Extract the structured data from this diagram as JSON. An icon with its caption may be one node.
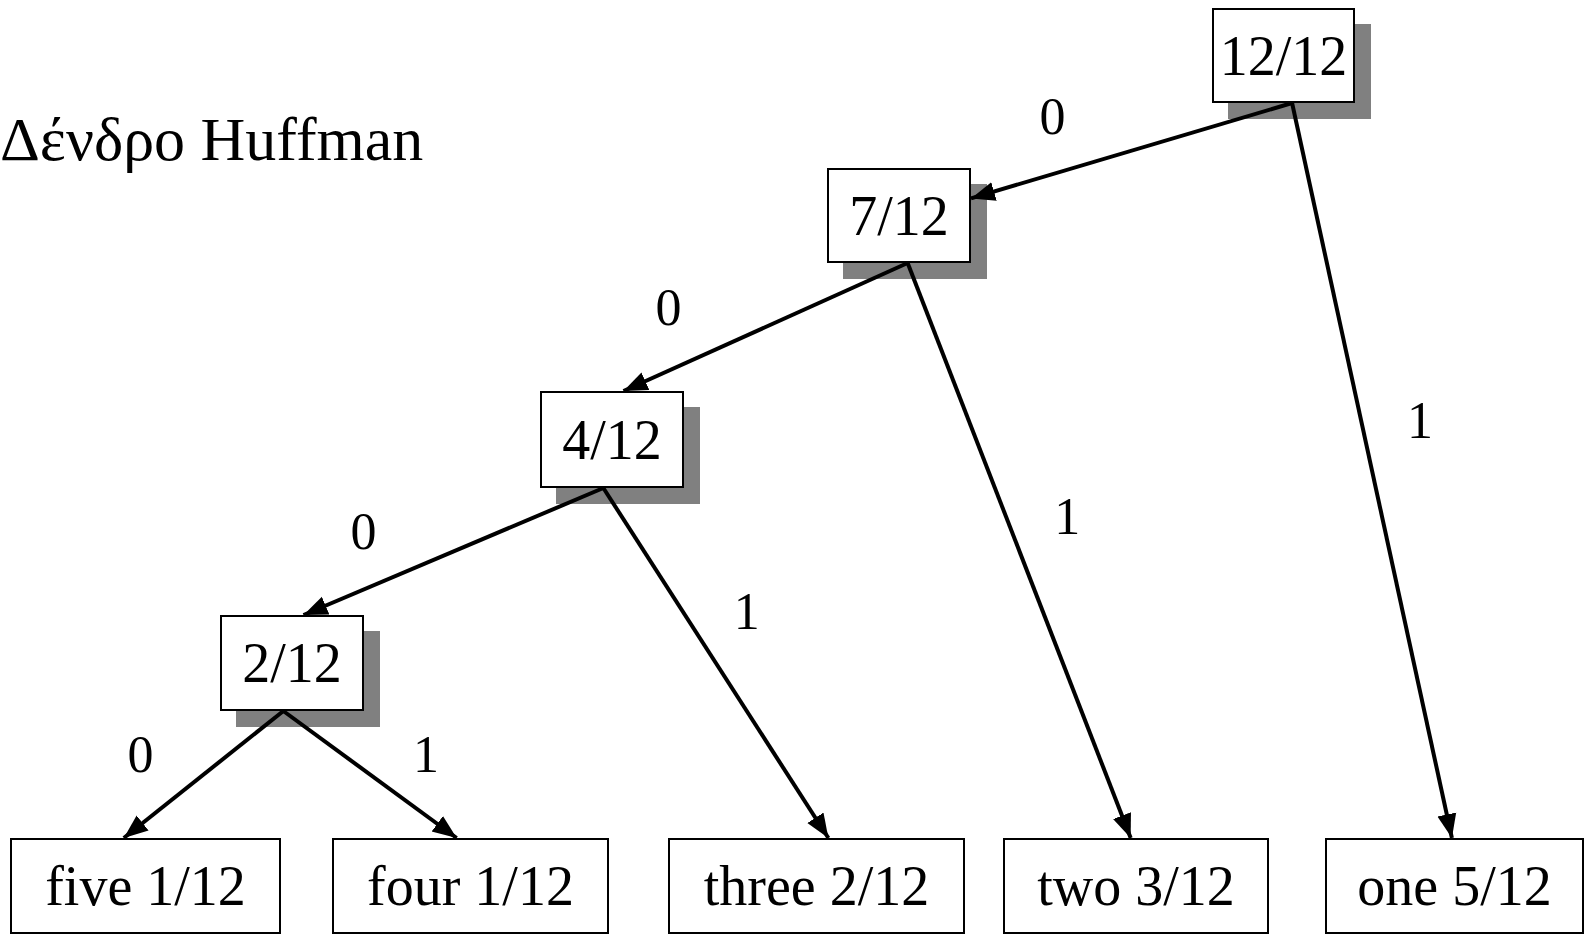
{
  "diagram": {
    "title": "Δένδρο Huffman",
    "nodes": [
      {
        "text": [
          "12/12"
        ]
      },
      {
        "text": [
          "7/12"
        ]
      },
      {
        "text": [
          "4/12"
        ]
      },
      {
        "text": [
          "2/12"
        ]
      },
      {
        "text": [
          "five 1/12"
        ]
      },
      {
        "text": [
          "four 1/12"
        ]
      },
      {
        "text": [
          "three 2/12"
        ]
      },
      {
        "text": [
          "two 3/12"
        ]
      },
      {
        "text": [
          "one 5/12"
        ]
      }
    ],
    "edges": [
      {
        "from": 0,
        "to": 1,
        "arrow": "to",
        "label": "0"
      },
      {
        "from": 0,
        "to": 8,
        "arrow": "to",
        "label": "1"
      },
      {
        "from": 1,
        "to": 2,
        "arrow": "to",
        "label": "0"
      },
      {
        "from": 1,
        "to": 7,
        "arrow": "to",
        "label": "1"
      },
      {
        "from": 2,
        "to": 3,
        "arrow": "to",
        "label": "0"
      },
      {
        "from": 2,
        "to": 6,
        "arrow": "to",
        "label": "1"
      },
      {
        "from": 3,
        "to": 4,
        "arrow": "to",
        "label": "0"
      },
      {
        "from": 3,
        "to": 5,
        "arrow": "to",
        "label": "1"
      }
    ]
  }
}
